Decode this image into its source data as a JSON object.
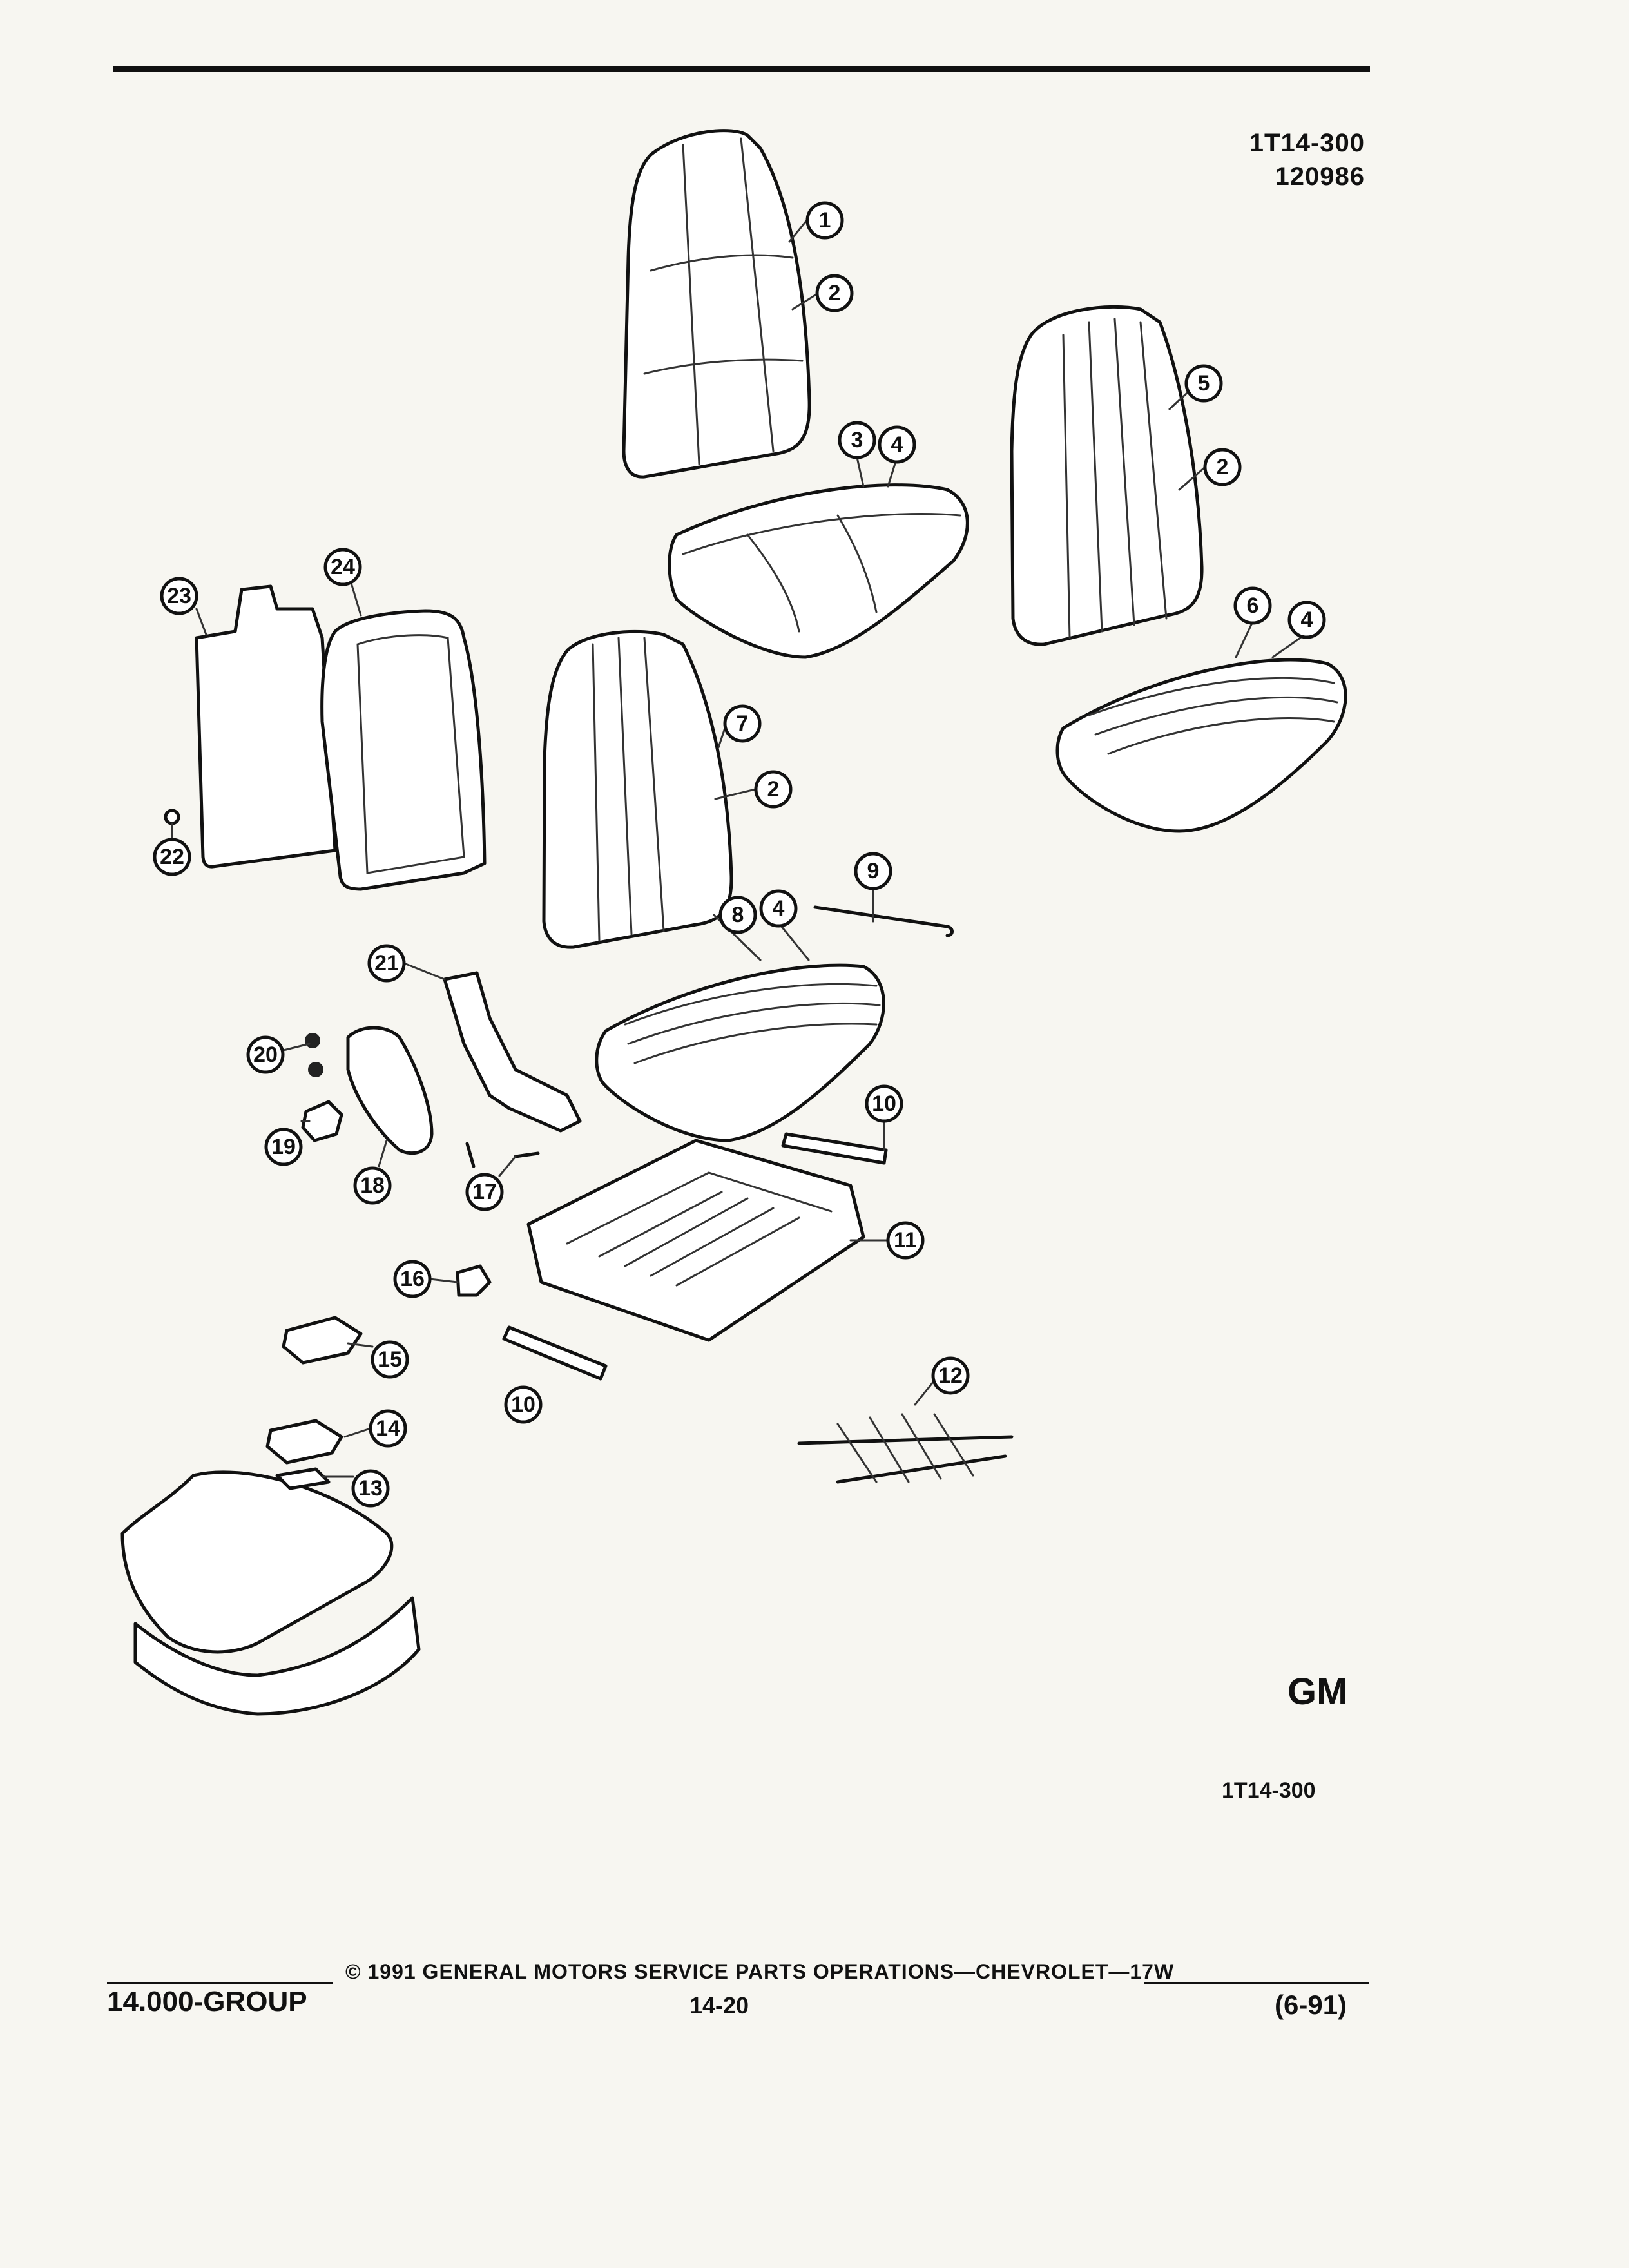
{
  "figure_ids": [
    "1T14-300",
    "120986"
  ],
  "figure_id_bottom": "1T14-300",
  "logo": "GM",
  "callouts": [
    "1",
    "2",
    "2",
    "2",
    "3",
    "4",
    "4",
    "4",
    "5",
    "6",
    "7",
    "8",
    "9",
    "10",
    "10",
    "11",
    "12",
    "13",
    "14",
    "15",
    "16",
    "17",
    "18",
    "19",
    "20",
    "21",
    "22",
    "23",
    "24"
  ],
  "footer": {
    "copyright": "© 1991 GENERAL MOTORS SERVICE PARTS OPERATIONS—CHEVROLET—17W",
    "group": "14.000-GROUP",
    "page": "14-20",
    "date": "(6-91)"
  }
}
